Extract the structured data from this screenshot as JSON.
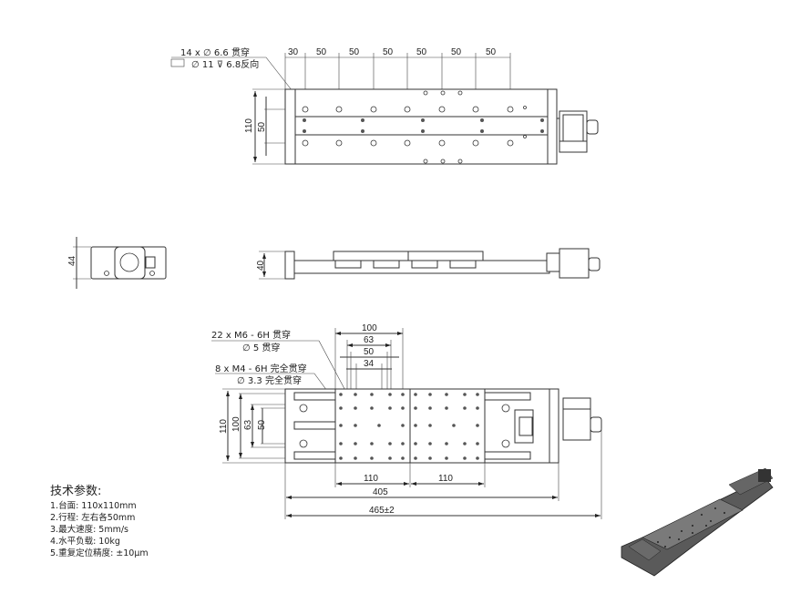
{
  "top_view": {
    "callout_line1": "14 x ∅ 6.6 贯穿",
    "callout_line2": "∅ 11 ⊽ 6.8反向",
    "dims_top": [
      "30",
      "50",
      "50",
      "50",
      "50",
      "50",
      "50"
    ],
    "dim_height": "110",
    "dim_inner": "50"
  },
  "end_view": {
    "dim_height": "44"
  },
  "side_view": {
    "dim_height": "40"
  },
  "bottom_view": {
    "callout_a_line1": "22 x  M6 - 6H 贯穿",
    "callout_a_line2": "∅ 5 贯穿",
    "callout_b_line1": "8 x  M4 - 6H 完全贯穿",
    "callout_b_line2": "∅ 3.3 完全贯穿",
    "dims_top": [
      "100",
      "63",
      "50",
      "34"
    ],
    "dims_left": [
      "110",
      "100",
      "63",
      "50"
    ],
    "dims_bottom_plates": [
      "110",
      "110"
    ],
    "dim_base_length": "405",
    "dim_total_length": "465±2"
  },
  "specs": {
    "title": "技术参数:",
    "items": [
      "1.台面: 110x110mm",
      "2.行程: 左右各50mm",
      "3.最大速度: 5mm/s",
      "4.水平负载: 10kg",
      "5.重复定位精度: ±10μm"
    ]
  },
  "iso_view": {
    "label": "3D isometric view of linear stage"
  }
}
